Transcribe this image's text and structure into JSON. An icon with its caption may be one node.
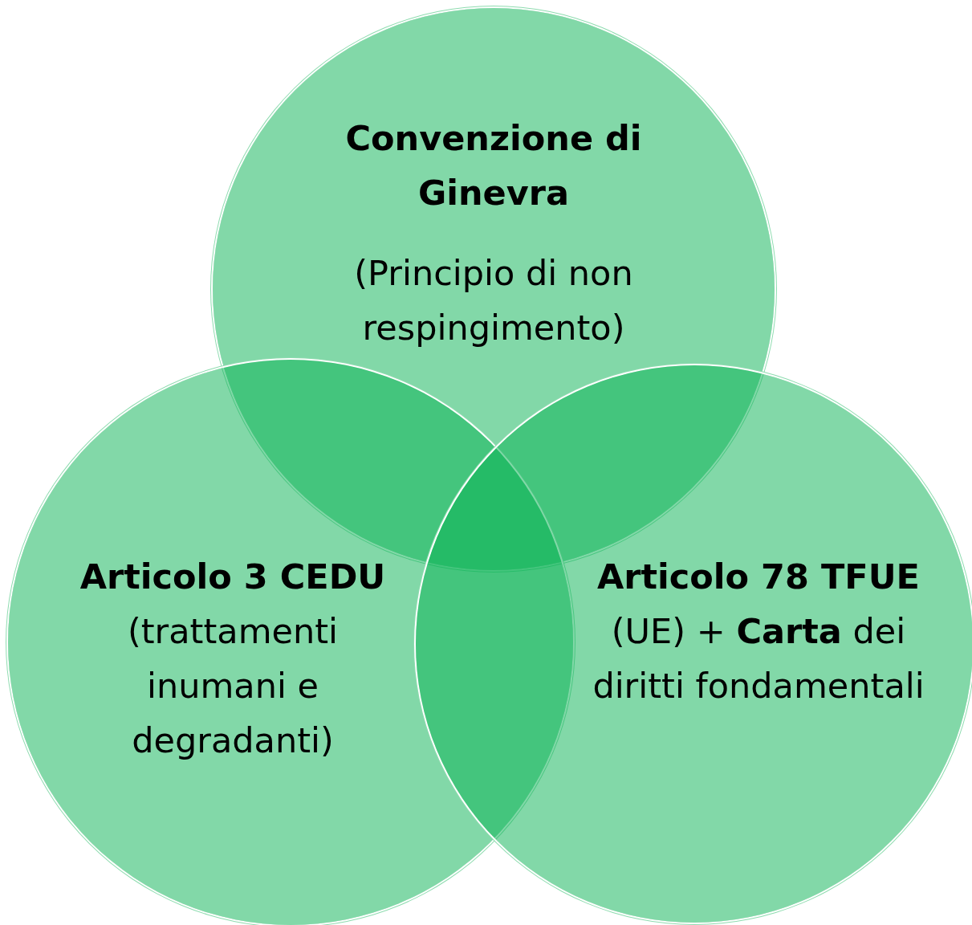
{
  "diagram": {
    "nodes": [
      {
        "text": [
          "Convenzione di Ginevra",
          "(Principio di non respingimento)"
        ]
      },
      {
        "text": [
          "Articolo 3 CEDU",
          "(trattamenti inumani e degradanti)"
        ]
      },
      {
        "text": [
          "Articolo 78 TFUE",
          "(UE) + **Carta** dei diritti fondamentali"
        ]
      }
    ]
  }
}
